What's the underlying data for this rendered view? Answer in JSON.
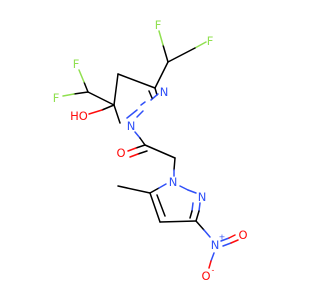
{
  "colors": {
    "carbon": "#000000",
    "nitrogen": "#3050F8",
    "oxygen": "#FF0D0D",
    "fluorine": "#90E050"
  },
  "atoms": {
    "f1": {
      "label": "F",
      "element": "F"
    },
    "f2": {
      "label": "F",
      "element": "F"
    },
    "f3": {
      "label": "F",
      "element": "F"
    },
    "f4": {
      "label": "F",
      "element": "F"
    },
    "n_pyrazoline_2": {
      "label": "N",
      "element": "N"
    },
    "n_pyrazoline_1": {
      "label": "N",
      "element": "N"
    },
    "hydroxyl": {
      "label": "HO",
      "element": "O"
    },
    "carbonyl_o": {
      "label": "O",
      "element": "O"
    },
    "n_pyrazole_1": {
      "label": "N",
      "element": "N"
    },
    "n_pyrazole_2": {
      "label": "N",
      "element": "N"
    },
    "nitro_n": {
      "label": "N",
      "element": "N",
      "charge": "+"
    },
    "nitro_o_double": {
      "label": "O",
      "element": "O"
    },
    "nitro_o_single": {
      "label": "O",
      "element": "O",
      "charge": "-"
    }
  }
}
